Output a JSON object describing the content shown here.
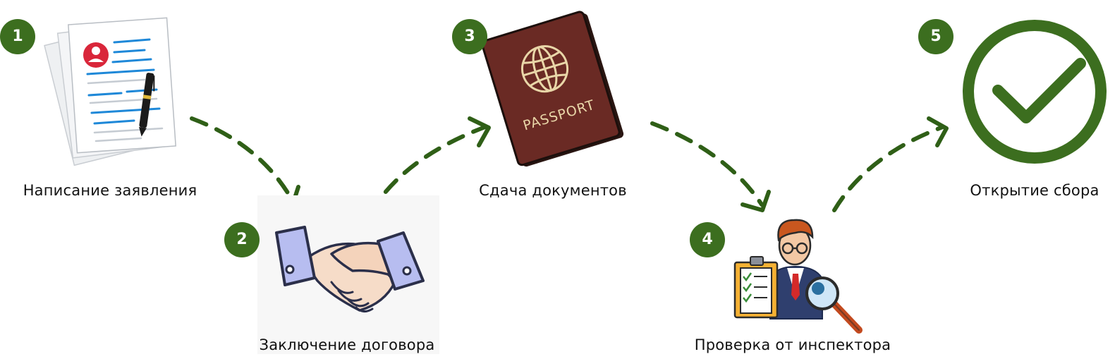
{
  "colors": {
    "accent": "#3c6e1f",
    "arrow": "#2f5f17"
  },
  "steps": [
    {
      "number": "1",
      "label": "Написание заявления",
      "icon": "application-document-icon"
    },
    {
      "number": "2",
      "label": "Заключение договора",
      "icon": "handshake-icon"
    },
    {
      "number": "3",
      "label": "Сдача документов",
      "icon": "passport-icon"
    },
    {
      "number": "4",
      "label": "Проверка от инспектора",
      "icon": "inspector-icon"
    },
    {
      "number": "5",
      "label": "Открытие сбора",
      "icon": "checkmark-circle-icon"
    }
  ],
  "passport_text": "PASSPORT"
}
